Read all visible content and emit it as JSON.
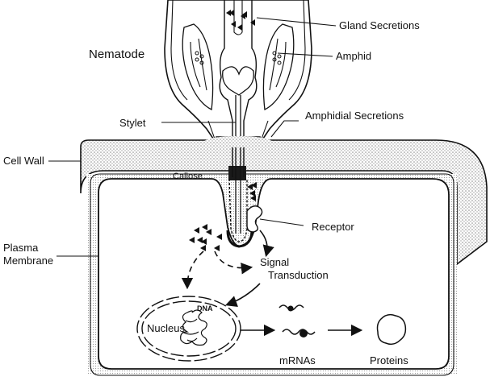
{
  "labels": {
    "nematode": "Nematode",
    "gland_secretions": "Gland Secretions",
    "amphid": "Amphid",
    "amphidial_secretions": "Amphidial Secretions",
    "stylet": "Stylet",
    "cell_wall": "Cell Wall",
    "callose": "Callose",
    "receptor": "Receptor",
    "plasma_membrane_line1": "Plasma",
    "plasma_membrane_line2": "Membrane",
    "signal_transduction_line1": "Signal",
    "signal_transduction_line2": "Transduction",
    "nucleus": "Nucleus",
    "dna": "DNA",
    "mrnas": "mRNAs",
    "proteins": "Proteins"
  },
  "colors": {
    "ink": "#111111",
    "stipple": "#b9b9b9",
    "background": "#ffffff"
  }
}
